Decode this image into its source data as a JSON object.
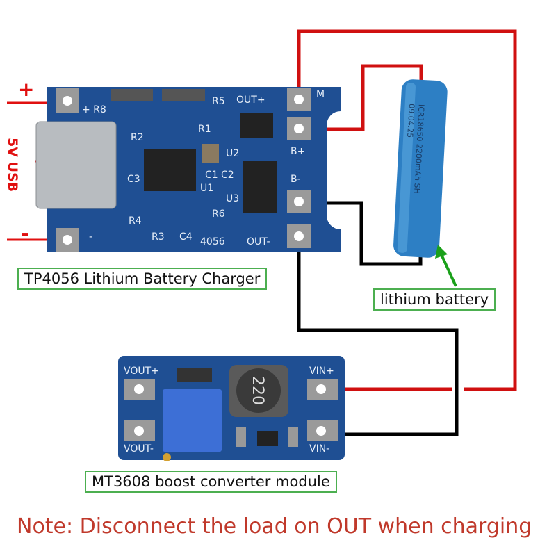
{
  "colors": {
    "board": "#1f4f93",
    "wire_red": "#d01010",
    "wire_black": "#000000",
    "label_border": "#4caf50",
    "note": "#c0392b",
    "battery": "#2d7fc4",
    "arrow_green": "#1aa01a"
  },
  "usb": {
    "plus": "+",
    "minus": "-",
    "label": "5V USB"
  },
  "tp4056": {
    "label": "TP4056 Lithium Battery Charger",
    "silk": {
      "out_plus": "OUT+",
      "out_minus": "OUT-",
      "b_plus": "B+",
      "b_minus": "B-",
      "m": "M",
      "plus_r8": "+ R8",
      "minus": "-",
      "chip": "4056",
      "r1": "R1",
      "r2": "R2",
      "r3": "R3",
      "r4": "R4",
      "c1": "C1",
      "c2": "C2",
      "c3": "C3",
      "c4": "C4",
      "u1": "U1",
      "u2": "U2",
      "u3": "U3",
      "r5": "R5",
      "r6": "R6"
    }
  },
  "battery": {
    "label": "lithium battery",
    "print_line1": "ICR18650  2200mAh  SH",
    "print_line2": "09.04.25"
  },
  "mt3608": {
    "label": "MT3608  boost converter module",
    "silk": {
      "vout_plus": "VOUT+",
      "vout_minus": "VOUT-",
      "vin_plus": "VIN+",
      "vin_minus": "VIN-",
      "inductor": "220"
    }
  },
  "note": "Note: Disconnect the load on OUT when charging"
}
